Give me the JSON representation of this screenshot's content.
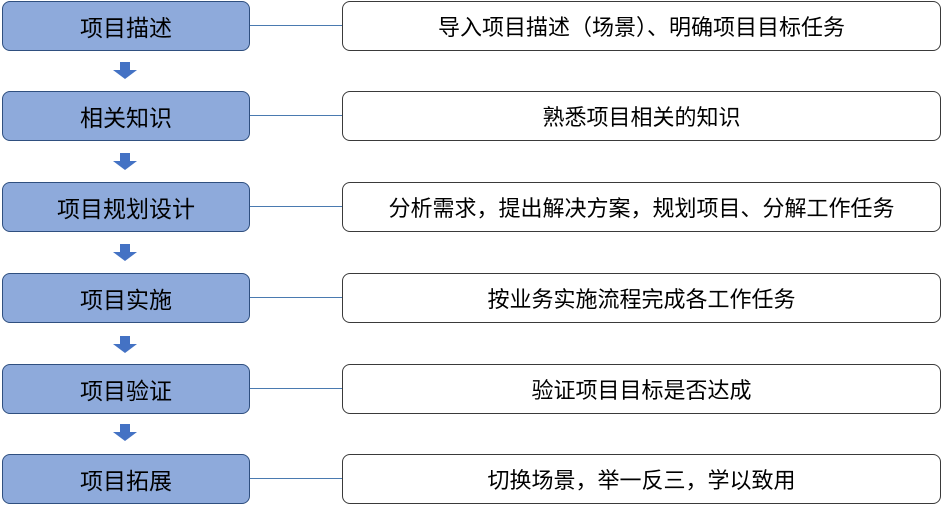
{
  "steps": [
    {
      "label": "项目描述",
      "description": "导入项目描述（场景）、明确项目目标任务"
    },
    {
      "label": "相关知识",
      "description": "熟悉项目相关的知识"
    },
    {
      "label": "项目规划设计",
      "description": "分析需求，提出解决方案，规划项目、分解工作任务"
    },
    {
      "label": "项目实施",
      "description": "按业务实施流程完成各工作任务"
    },
    {
      "label": "项目验证",
      "description": "验证项目目标是否达成"
    },
    {
      "label": "项目拓展",
      "description": "切换场景，举一反三，学以致用"
    }
  ],
  "colors": {
    "step_fill": "#8eaadb",
    "step_border": "#2f4f7f",
    "connector": "#4a7ab0",
    "arrow": "#4472c4"
  }
}
